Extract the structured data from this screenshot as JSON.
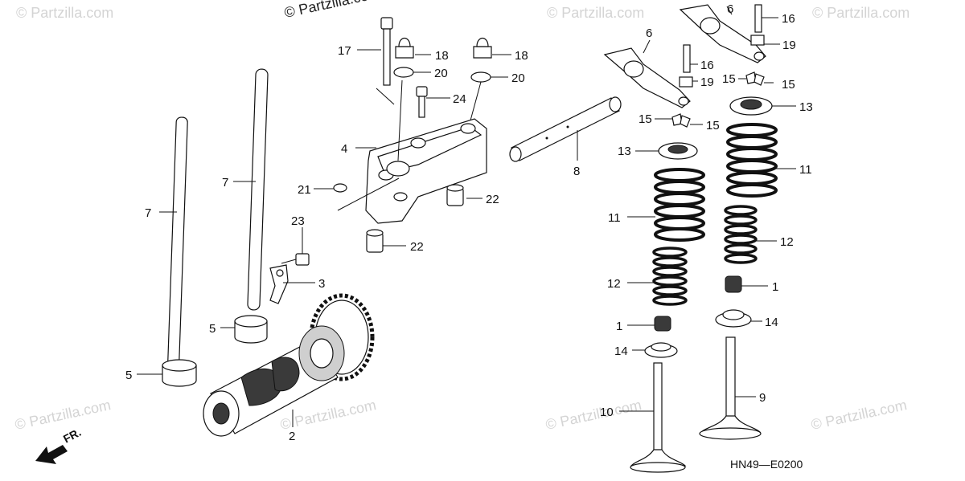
{
  "diagram": {
    "code": "HN49—E0200",
    "direction_label": "FR.",
    "watermark": "© Partzilla.com",
    "part_numbers": [
      "1",
      "2",
      "3",
      "4",
      "5",
      "6",
      "7",
      "8",
      "9",
      "10",
      "11",
      "12",
      "13",
      "14",
      "15",
      "16",
      "17",
      "18",
      "19",
      "20",
      "21",
      "22",
      "23",
      "24"
    ]
  }
}
